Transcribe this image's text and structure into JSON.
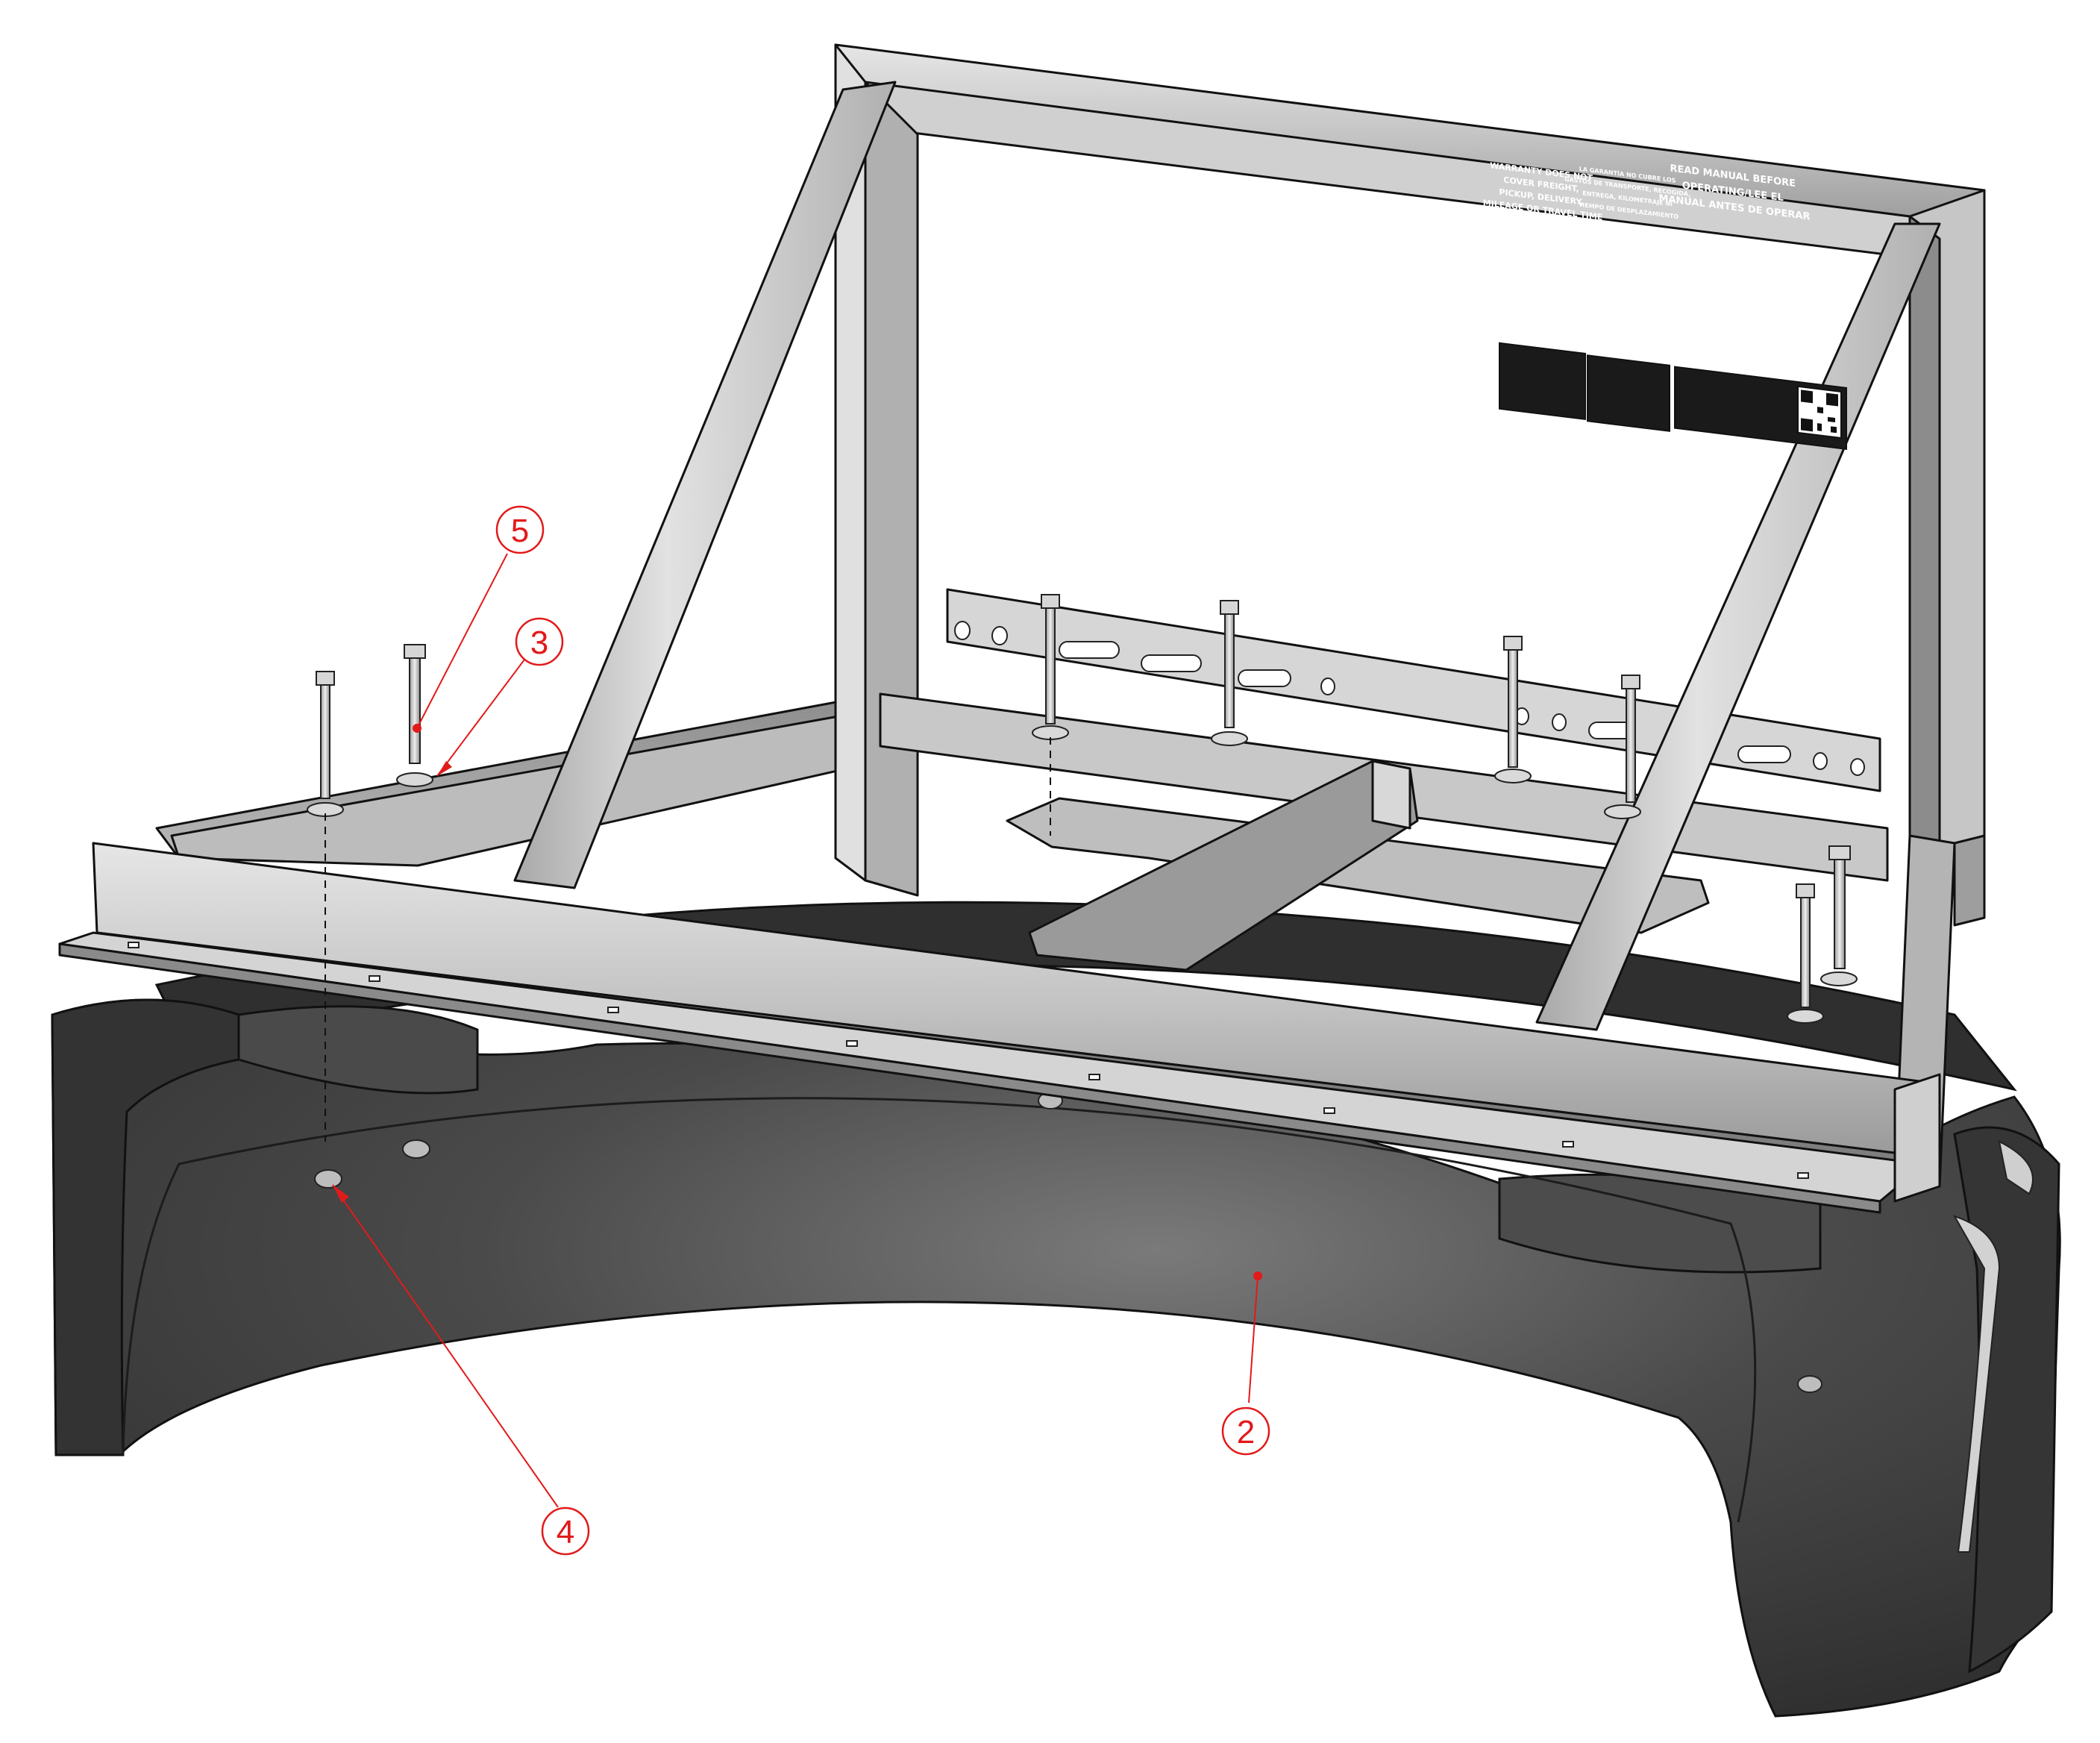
{
  "callouts": [
    {
      "id": "callout-5",
      "label": "5"
    },
    {
      "id": "callout-3",
      "label": "3"
    },
    {
      "id": "callout-2",
      "label": "2"
    },
    {
      "id": "callout-4",
      "label": "4"
    }
  ],
  "decals": {
    "warranty_en": [
      "WARRANTY DOES NOT",
      "COVER FREIGHT,",
      "PICKUP, DELIVERY,",
      "MILEAGE OR TRAVEL TIME"
    ],
    "warranty_es": [
      "LA GARANTÍA NO CUBRE LOS",
      "GASTOS DE TRANSPORTE, RECOGIDA,",
      "ENTREGA, KILOMETRAJE NI",
      "TIEMPO DE DESPLAZAMIENTO"
    ],
    "manual": [
      "READ MANUAL BEFORE",
      "OPERATING/LEE EL",
      "MANUAL ANTES DE OPERAR"
    ]
  },
  "colors": {
    "callout": "#e21a1a",
    "rubber": "#3d3d3d",
    "steel": "#c9c9c9",
    "decal": "#1a1a1a"
  }
}
